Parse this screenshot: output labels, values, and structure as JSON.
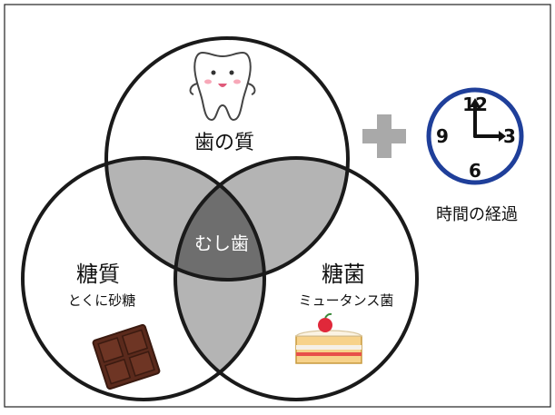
{
  "labels": {
    "tooth_quality": "歯の質",
    "center": "むし歯",
    "sugar": "糖質",
    "sugar_sub": "とくに砂糖",
    "bacteria": "糖菌",
    "bacteria_sub": "ミュータンス菌",
    "time": "時間の経過",
    "plus": "plus"
  },
  "clock": {
    "n12": "12",
    "n3": "3",
    "n6": "6",
    "n9": "9"
  },
  "icons": [
    "tooth-character-icon",
    "plus-icon",
    "clock-icon",
    "chocolate-bar-icon",
    "cake-slice-icon"
  ],
  "colors": {
    "overlap_pair": "#b4b4b4",
    "overlap_center": "#6e6e6e",
    "circle_stroke": "#1a1a1a",
    "clock_ring": "#1f3f9a",
    "plus": "#a9a9a9",
    "chocolate": "#5b2a1c"
  }
}
